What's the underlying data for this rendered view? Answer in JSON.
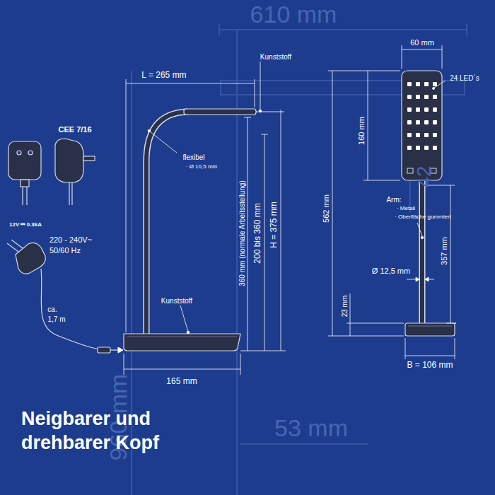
{
  "diagram": {
    "title": "Neigbarer und drehbarer Kopf",
    "labels": [
      "610 mm",
      "960 mm",
      "53 mm",
      "42",
      "CEE 7/16",
      "12V ⎓ 0.36A",
      "220 - 240V~",
      "50/60 Hz",
      "ca.",
      "1,7 m",
      "L = 265 mm",
      "Kunststoff",
      "flexibel",
      "· Ø 10,5 mm",
      "360 mm (normale Arbeitsstellung)",
      "200 bis 360 mm",
      "H = 375 mm",
      "Kunststoff",
      "165 mm",
      "60 mm",
      "24 LED´s",
      "160 mm",
      "562 mm",
      "Arm:",
      "· Metall",
      "· Oberfläche gummiert",
      "357 mm",
      "Ø 12,5 mm",
      "23 mm",
      "B = 106 mm"
    ]
  }
}
